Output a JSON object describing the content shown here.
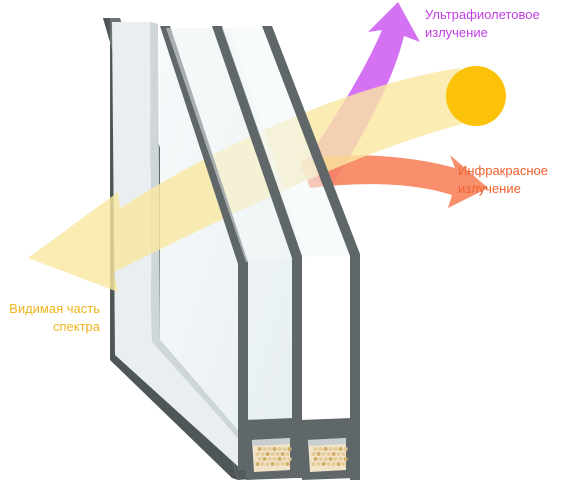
{
  "labels": {
    "uv": [
      "Ультрафиолетовое",
      "излучение"
    ],
    "ir": [
      "Инфракрасное",
      "излучение"
    ],
    "visible": [
      "Видимая часть",
      "спектра"
    ]
  },
  "colors": {
    "uv": "#d36af2",
    "ir": "#f7855f",
    "visible": "#f9e7a0",
    "sun": "#fcc20a",
    "frame": "#5f6769",
    "frame_light": "#dfe4e6",
    "glass": "#eef4f6"
  },
  "icons": {
    "sun": "sun-icon"
  }
}
